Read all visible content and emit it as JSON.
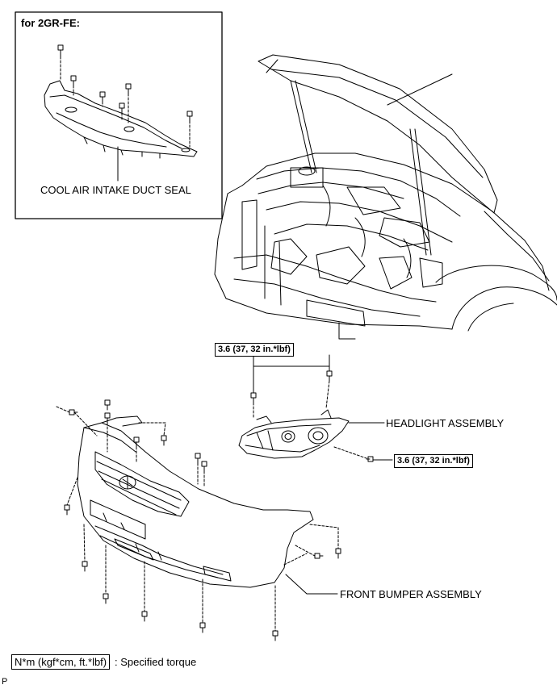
{
  "inset": {
    "title": "for 2GR-FE:",
    "part_label": "COOL AIR INTAKE DUCT SEAL"
  },
  "torque_top": "3.6 (37, 32 in.*lbf)",
  "torque_right": "3.6 (37, 32 in.*lbf)",
  "headlight_label": "HEADLIGHT ASSEMBLY",
  "bumper_label": "FRONT BUMPER ASSEMBLY",
  "legend": {
    "box_text": "N*m (kgf*cm, ft.*lbf)",
    "description": ": Specified torque"
  },
  "corner_mark": "P"
}
